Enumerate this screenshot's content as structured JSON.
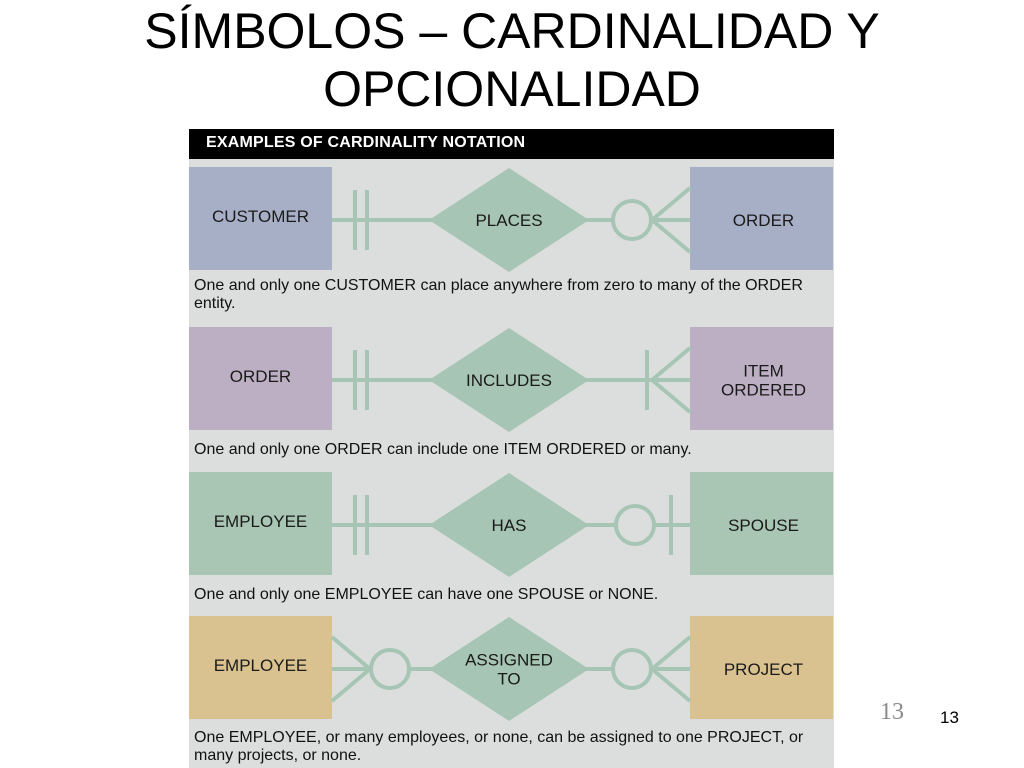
{
  "slide": {
    "title_line1": "SÍMBOLOS – CARDINALIDAD Y",
    "title_line2": "OPCIONALIDAD",
    "number_serif": "13",
    "number_sans": "13"
  },
  "figure": {
    "header": "EXAMPLES OF CARDINALITY NOTATION",
    "colors": {
      "background": "#dcdedd",
      "connector": "#a7c5b4",
      "relationship": "#a7c5b4"
    },
    "rows": [
      {
        "left_entity": [
          "CUSTOMER"
        ],
        "relationship": [
          "PLACES"
        ],
        "right_entity": [
          "ORDER"
        ],
        "left_notation": "one-and-only-one",
        "right_notation": "zero-or-many",
        "color": "#a7afc6",
        "caption": "One and only one CUSTOMER can place anywhere from zero to many of the ORDER entity."
      },
      {
        "left_entity": [
          "ORDER"
        ],
        "relationship": [
          "INCLUDES"
        ],
        "right_entity": [
          "ITEM",
          "ORDERED"
        ],
        "left_notation": "one-and-only-one",
        "right_notation": "one-or-many",
        "color": "#bdafc3",
        "caption": "One and only one ORDER can include one ITEM ORDERED or many."
      },
      {
        "left_entity": [
          "EMPLOYEE"
        ],
        "relationship": [
          "HAS"
        ],
        "right_entity": [
          "SPOUSE"
        ],
        "left_notation": "one-and-only-one",
        "right_notation": "zero-or-one",
        "color": "#a9c5b4",
        "caption": "One and only one EMPLOYEE can have one SPOUSE or NONE."
      },
      {
        "left_entity": [
          "EMPLOYEE"
        ],
        "relationship": [
          "ASSIGNED",
          "TO"
        ],
        "right_entity": [
          "PROJECT"
        ],
        "left_notation": "zero-or-many",
        "right_notation": "zero-or-many",
        "color": "#d9c28f",
        "caption": "One EMPLOYEE, or many employees, or none, can be assigned to one PROJECT, or many projects, or none."
      }
    ]
  }
}
